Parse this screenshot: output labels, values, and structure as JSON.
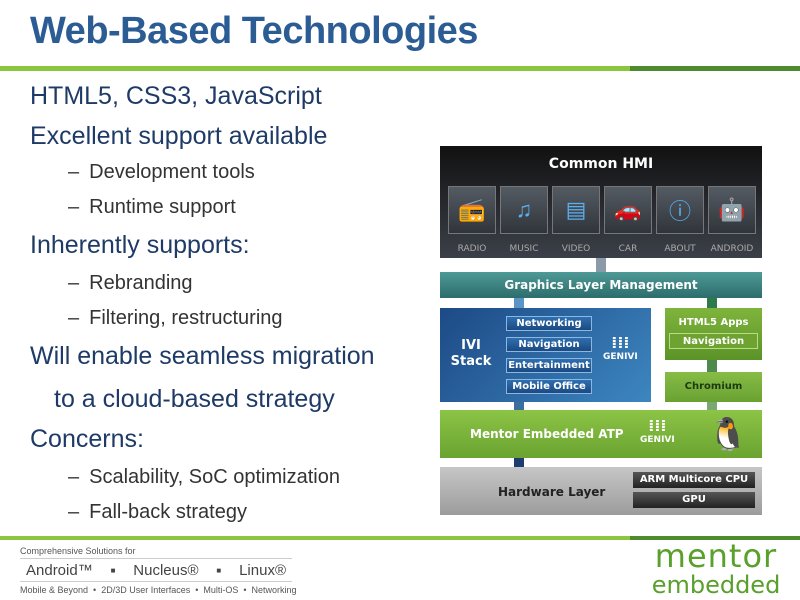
{
  "title": "Web-Based Technologies",
  "bullets": [
    {
      "level": 1,
      "text": "HTML5, CSS3, JavaScript"
    },
    {
      "level": 1,
      "text": "Excellent support available"
    },
    {
      "level": 2,
      "text": "Development tools"
    },
    {
      "level": 2,
      "text": "Runtime support"
    },
    {
      "level": 1,
      "text": "Inherently supports:"
    },
    {
      "level": 2,
      "text": "Rebranding"
    },
    {
      "level": 2,
      "text": "Filtering, restructuring"
    },
    {
      "level": 1,
      "text": "Will enable seamless migration"
    },
    {
      "level": 1,
      "text": "to a cloud-based strategy"
    },
    {
      "level": 1,
      "text": "Concerns:"
    },
    {
      "level": 2,
      "text": "Scalability, SoC optimization"
    },
    {
      "level": 2,
      "text": "Fall-back strategy"
    }
  ],
  "dash": "–",
  "diagram": {
    "hmi_title": "Common HMI",
    "hmi_apps": [
      "RADIO",
      "MUSIC",
      "VIDEO",
      "CAR",
      "ABOUT",
      "ANDROID"
    ],
    "hmi_icons": [
      "radio-icon",
      "music-icon",
      "video-icon",
      "car-icon",
      "info-icon",
      "android-icon"
    ],
    "glm": "Graphics Layer Management",
    "ivi_title": "IVI Stack",
    "ivi_items": [
      "Networking",
      "Navigation",
      "Entertainment",
      "Mobile Office"
    ],
    "genivi": "GENIVI",
    "html5_apps": "HTML5 Apps",
    "html5_nav": "Navigation",
    "chromium": "Chromium",
    "atp": "Mentor Embedded ATP",
    "hardware": "Hardware Layer",
    "cpu": "ARM Multicore CPU",
    "gpu": "GPU"
  },
  "footer": {
    "tagline": "Comprehensive Solutions for",
    "products": [
      "Android™",
      "Nucleus®",
      "Linux®"
    ],
    "areas": "Mobile & Beyond  •  2D/3D User Interfaces  •  Multi-OS  •  Networking",
    "logo_top": "mentor",
    "logo_bottom": "embedded"
  },
  "colors": {
    "title": "#2b5c93",
    "green": "#8cc63f",
    "dark_green": "#4e8a2e"
  }
}
